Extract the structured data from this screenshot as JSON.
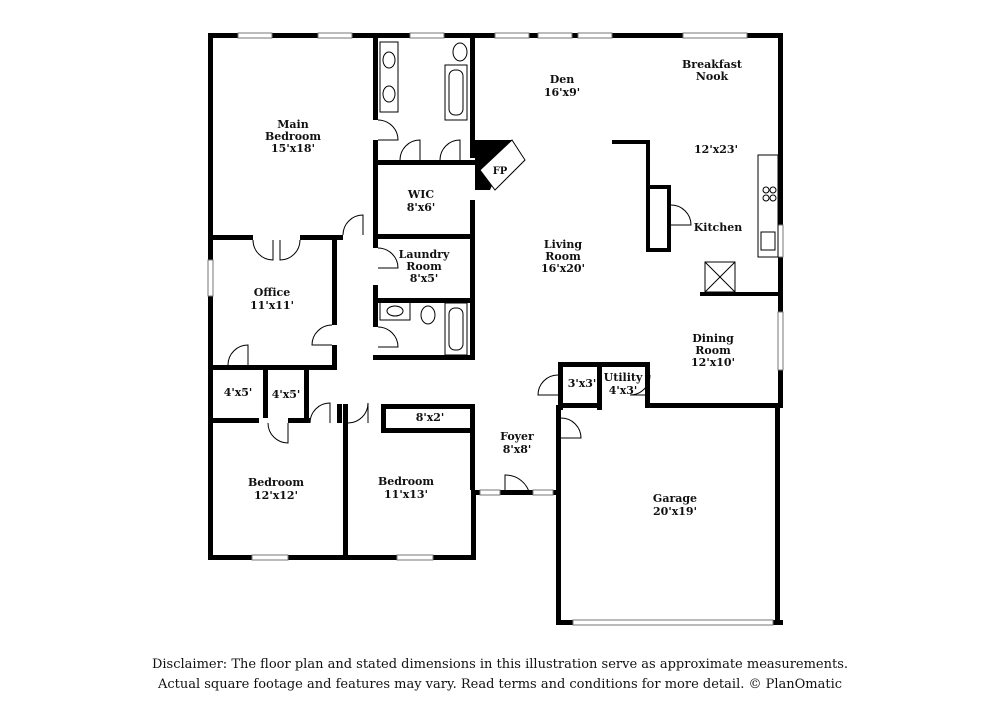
{
  "rooms": {
    "main_bedroom": {
      "name": "Main\nBedroom",
      "size": "15'x18'"
    },
    "den": {
      "name": "Den",
      "size": "16'x9'"
    },
    "breakfast_nook": {
      "name": "Breakfast\nNook",
      "size": ""
    },
    "kitchen_dim": {
      "size": "12'x23'"
    },
    "kitchen": {
      "name": "Kitchen"
    },
    "wic": {
      "name": "WIC",
      "size": "8'x6'"
    },
    "fireplace": {
      "name": "FP"
    },
    "laundry": {
      "name": "Laundry\nRoom",
      "size": "8'x5'"
    },
    "living": {
      "name": "Living\nRoom",
      "size": "16'x20'"
    },
    "office": {
      "name": "Office",
      "size": "11'x11'"
    },
    "dining": {
      "name": "Dining\nRoom",
      "size": "12'x10'"
    },
    "closet_a": {
      "size": "4'x5'"
    },
    "closet_b": {
      "size": "4'x5'"
    },
    "closet_c": {
      "size": "8'x2'"
    },
    "closet_d": {
      "size": "3'x3'"
    },
    "utility": {
      "name": "Utility",
      "size": "4'x3'"
    },
    "foyer": {
      "name": "Foyer",
      "size": "8'x8'"
    },
    "bedroom_1": {
      "name": "Bedroom",
      "size": "12'x12'"
    },
    "bedroom_2": {
      "name": "Bedroom",
      "size": "11'x13'"
    },
    "garage": {
      "name": "Garage",
      "size": "20'x19'"
    }
  },
  "disclaimer": {
    "line1": "Disclaimer: The floor plan and stated dimensions in this illustration serve as approximate measurements.",
    "line2": "Actual square footage and features may vary. Read terms and conditions for more detail. © PlanOmatic"
  }
}
